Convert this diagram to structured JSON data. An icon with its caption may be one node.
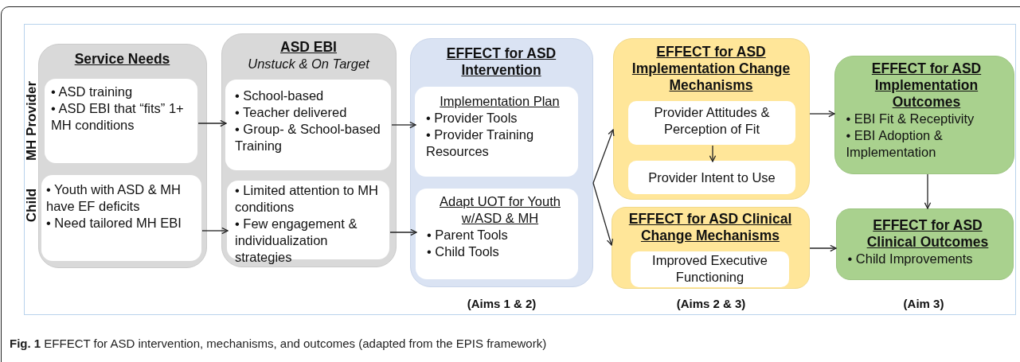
{
  "diagram": {
    "caption": "**Fig. 1** EFFECT for ASD intervention, mechanisms, and outcomes (adapted from the EPIS framework)",
    "nodes": [
      {
        "text": [
          "Service Needs"
        ]
      },
      {
        "text": [
          "• ASD training",
          "• ASD EBI that “fits” 1+ MH conditions"
        ],
        "in": 0
      },
      {
        "text": [
          "• Youth with ASD & MH have EF deficits",
          "• Need tailored MH EBI"
        ],
        "in": 0
      },
      {
        "text": [
          "ASD EBI",
          "Unstuck & On Target"
        ]
      },
      {
        "text": [
          "• School-based",
          "• Teacher delivered",
          "• Group- & School-based Training"
        ],
        "in": 3
      },
      {
        "text": [
          "• Limited attention to MH conditions",
          "• Few engagement & individualization strategies"
        ],
        "in": 3
      },
      {
        "text": [
          "EFFECT for ASD Intervention"
        ]
      },
      {
        "text": [
          "Implementation Plan",
          "• Provider Tools",
          "• Provider Training Resources"
        ],
        "in": 6
      },
      {
        "text": [
          "Adapt UOT for Youth w/ASD & MH",
          "• Parent Tools",
          "• Child Tools"
        ],
        "in": 6
      },
      {
        "text": [
          "EFFECT for ASD Implementation Change Mechanisms"
        ]
      },
      {
        "text": [
          "Provider Attitudes & Perception of Fit"
        ],
        "in": 9
      },
      {
        "text": [
          "Provider Intent to Use"
        ],
        "in": 9
      },
      {
        "text": [
          "EFFECT for ASD Clinical Change Mechanisms"
        ]
      },
      {
        "text": [
          "Improved Executive Functioning"
        ],
        "in": 12
      },
      {
        "text": [
          "EFFECT for ASD Implementation Outcomes",
          "• EBI Fit & Receptivity",
          "• EBI Adoption & Implementation"
        ]
      },
      {
        "text": [
          "EFFECT for ASD Clinical Outcomes",
          "• Child Improvements"
        ]
      }
    ],
    "edges": [
      {
        "from": 1,
        "to": 4,
        "arrow": "to"
      },
      {
        "from": 2,
        "to": 5,
        "arrow": "to"
      },
      {
        "from": 4,
        "to": 7,
        "arrow": "to"
      },
      {
        "from": 5,
        "to": 8,
        "arrow": "to"
      },
      {
        "from": 6,
        "to": 9,
        "arrow": "to"
      },
      {
        "from": 6,
        "to": 12,
        "arrow": "to"
      },
      {
        "from": 10,
        "to": 11,
        "arrow": "to"
      },
      {
        "from": 9,
        "to": 14,
        "arrow": "to"
      },
      {
        "from": 12,
        "to": 15,
        "arrow": "to"
      },
      {
        "from": 14,
        "to": 15,
        "arrow": "to"
      }
    ],
    "labels": [
      "MH Provider",
      "Child",
      "(Aims 1 & 2)",
      "(Aims 2 & 3)",
      "(Aim 3)"
    ]
  }
}
